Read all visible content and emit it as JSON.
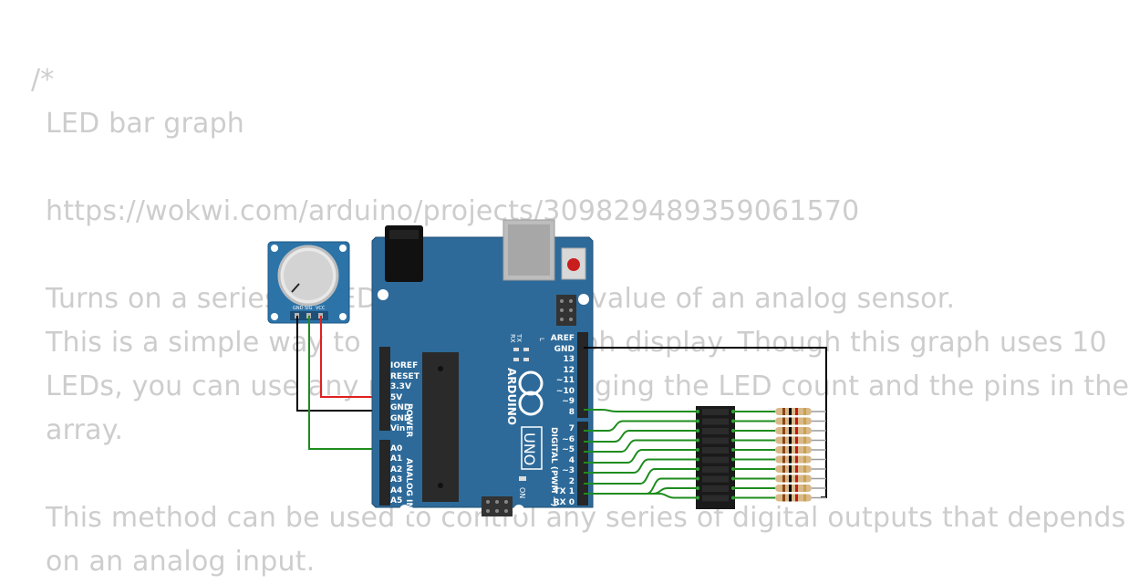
{
  "code": {
    "lines": [
      "/*",
      "LED bar graph",
      "",
      "https://wokwi.com/arduino/projects/309829489359061570",
      "",
      "Turns on a series of LEDs based on the value of an analog sensor.",
      "This is a simple way to make a bar graph display. Though this graph uses 10",
      "LEDs, you can use any number by changing the LED count and the pins in the",
      "array.",
      "",
      "This method can be used to control any series of digital outputs that depends",
      "on an analog input."
    ]
  },
  "board": {
    "brand": "ARDUINO",
    "model": "UNO",
    "power_header_title": "POWER",
    "analog_header_title": "ANALOG IN",
    "digital_header_title": "DIGITAL (PWM ~)",
    "on_label": "ON",
    "l_label": "L",
    "tx_label": "TX",
    "rx_label": "RX",
    "power_pins": [
      "IOREF",
      "RESET",
      "3.3V",
      "5V",
      "GND",
      "GND",
      "Vin"
    ],
    "analog_pins": [
      "A0",
      "A1",
      "A2",
      "A3",
      "A4",
      "A5"
    ],
    "top_pins": [
      "AREF",
      "GND",
      "13",
      "12",
      "~11",
      "~10",
      "~9",
      "8"
    ],
    "bottom_pins": [
      "7",
      "~6",
      "~5",
      "4",
      "~3",
      "2",
      "TX 1",
      "RX 0"
    ]
  },
  "potentiometer": {
    "pins": [
      "GND",
      "SIG",
      "VCC"
    ]
  },
  "led_bar": {
    "segments": 10
  },
  "resistors": {
    "count": 10
  },
  "colors": {
    "board": "#2d6a99",
    "wire_green": "#1e8c1e",
    "wire_red": "#e02020",
    "wire_black": "#000000",
    "code_text": "#cdcdcd"
  }
}
